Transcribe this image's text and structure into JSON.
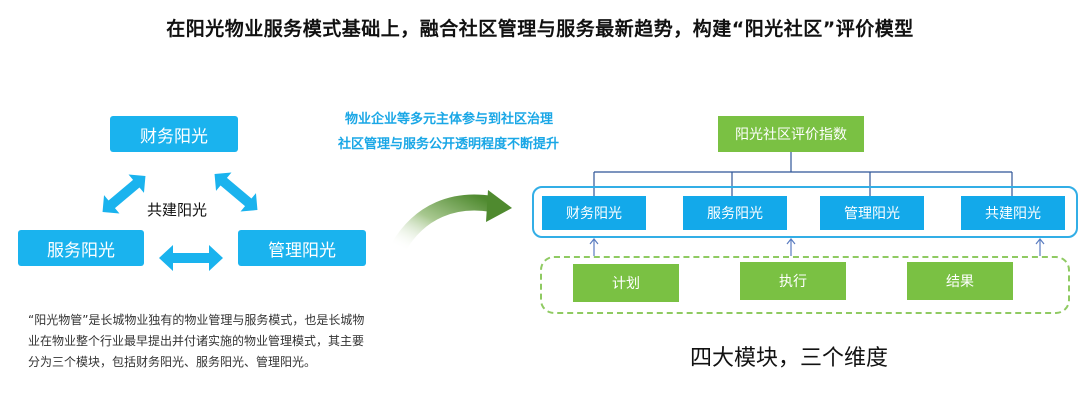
{
  "title": "在阳光物业服务模式基础上，融合社区管理与服务最新趋势，构建“阳光社区”评价模型",
  "left": {
    "box_finance": "财务阳光",
    "box_service": "服务阳光",
    "box_manage": "管理阳光",
    "center_label": "共建阳光",
    "description": "“阳光物管”是长城物业独有的物业管理与服务模式，也是长城物业在物业整个行业最早提出并付诸实施的物业管理模式，其主要分为三个模块，包括财务阳光、服务阳光、管理阳光。"
  },
  "trends": {
    "line1": "物业企业等多元主体参与到社区治理",
    "line2": "社区管理与服务公开透明程度不断提升"
  },
  "right": {
    "index_box": "阳光社区评价指数",
    "modules": [
      "财务阳光",
      "服务阳光",
      "管理阳光",
      "共建阳光"
    ],
    "dimensions": [
      "计划",
      "执行",
      "结果"
    ],
    "caption": "四大模块，三个维度"
  },
  "colors": {
    "blue": "#1ab3ee",
    "green": "#7ac143",
    "cyan_text": "#1aa7e6",
    "frame_blue": "#32aee6",
    "dashed_green": "#8fca62",
    "connector": "#2f5597",
    "curve_arrow": "#5b8a36"
  }
}
